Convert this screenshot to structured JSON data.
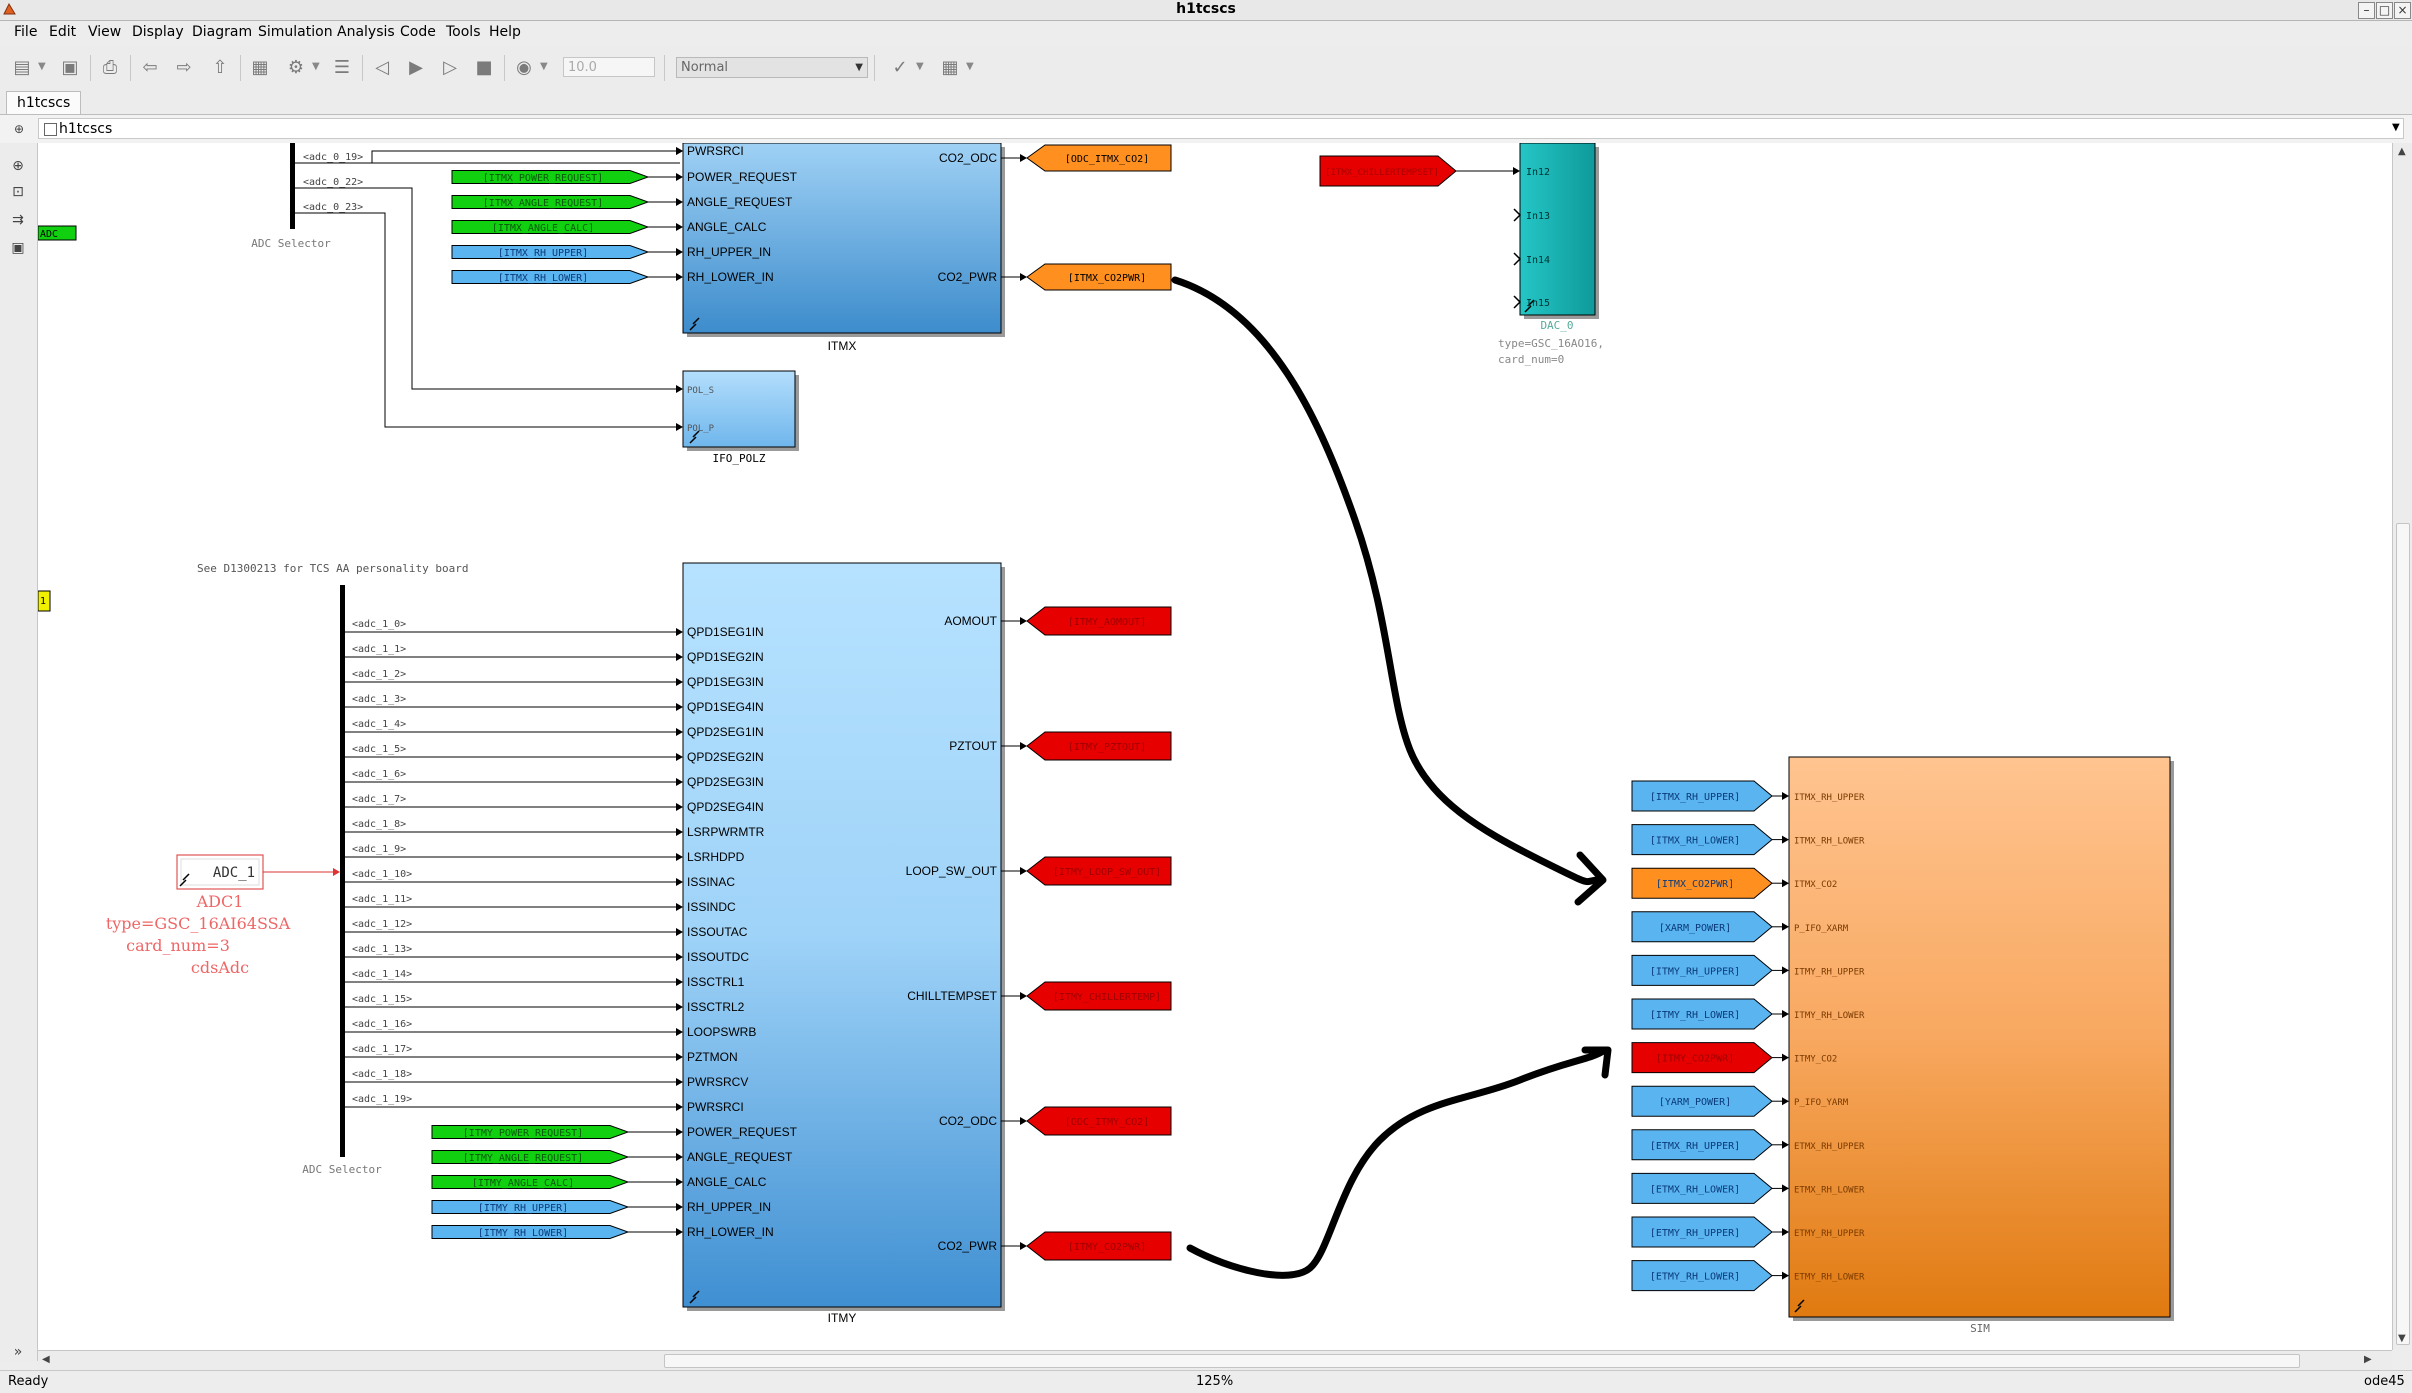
{
  "window": {
    "title": "h1tcscs"
  },
  "menu": [
    "File",
    "Edit",
    "View",
    "Display",
    "Diagram",
    "Simulation",
    "Analysis",
    "Code",
    "Tools",
    "Help"
  ],
  "toolbar": {
    "stop_time": "10.0",
    "sim_mode": "Normal"
  },
  "tab": {
    "label": "h1tcscs"
  },
  "address": {
    "path": "h1tcscs"
  },
  "status": {
    "state": "Ready",
    "zoom": "125%",
    "solver": "ode45"
  },
  "colors": {
    "itmx_block": "#5aa7e0",
    "itmy_block": "#a8dcff",
    "sim_block": "#f4a04a",
    "dac_block": "#1ab8b8",
    "goto_orange": "#ff9020",
    "goto_red": "#e60000",
    "from_green": "#10d010",
    "from_blue": "#5ab4f0"
  },
  "canvas": {
    "left_tags": [
      {
        "text": "ADC"
      },
      {
        "text": "1"
      }
    ],
    "adc0_bus": {
      "signals": [
        "<adc_0_19>",
        "<adc_0_22>",
        "<adc_0_23>"
      ],
      "caption": "ADC Selector"
    },
    "itmx": {
      "name": "ITMX",
      "inports": [
        "PWRSRCI",
        "POWER_REQUEST",
        "ANGLE_REQUEST",
        "ANGLE_CALC",
        "RH_UPPER_IN",
        "RH_LOWER_IN"
      ],
      "outports": [
        "CO2_ODC",
        "CO2_PWR"
      ],
      "from_tags": [
        "[ITMX_POWER_REQUEST]",
        "[ITMX_ANGLE_REQUEST]",
        "[ITMX_ANGLE_CALC]",
        "[ITMX_RH_UPPER]",
        "[ITMX_RH_LOWER]"
      ],
      "goto_tags": [
        "[ODC_ITMX_CO2]",
        "[ITMX_CO2PWR]"
      ]
    },
    "ifo_polz": {
      "name": "IFO_POLZ",
      "inports": [
        "POL_S",
        "POL_P"
      ]
    },
    "dac": {
      "name": "DAC_0",
      "inports": [
        "In12",
        "In13",
        "In14",
        "In15"
      ],
      "info1": "type=GSC_16AO16,",
      "info2": "card_num=0",
      "from_tag": "[ITMX_CHILLERTEMPSET]"
    },
    "note": "See D1300213 for TCS AA personality board",
    "adc1_bus": {
      "signals": [
        "<adc_1_0>",
        "<adc_1_1>",
        "<adc_1_2>",
        "<adc_1_3>",
        "<adc_1_4>",
        "<adc_1_5>",
        "<adc_1_6>",
        "<adc_1_7>",
        "<adc_1_8>",
        "<adc_1_9>",
        "<adc_1_10>",
        "<adc_1_11>",
        "<adc_1_12>",
        "<adc_1_13>",
        "<adc_1_14>",
        "<adc_1_15>",
        "<adc_1_16>",
        "<adc_1_17>",
        "<adc_1_18>",
        "<adc_1_19>"
      ],
      "caption": "ADC Selector"
    },
    "adc1": {
      "label": "ADC_1",
      "lines": [
        "ADC1",
        "type=GSC_16AI64SSA",
        "card_num=3",
        "cdsAdc"
      ]
    },
    "itmy": {
      "name": "ITMY",
      "inports": [
        "QPD1SEG1IN",
        "QPD1SEG2IN",
        "QPD1SEG3IN",
        "QPD1SEG4IN",
        "QPD2SEG1IN",
        "QPD2SEG2IN",
        "QPD2SEG3IN",
        "QPD2SEG4IN",
        "LSRPWRMTR",
        "LSRHDPD",
        "ISSINAC",
        "ISSINDC",
        "ISSOUTAC",
        "ISSOUTDC",
        "ISSCTRL1",
        "ISSCTRL2",
        "LOOPSWRB",
        "PZTMON",
        "PWRSRCV",
        "PWRSRCI",
        "POWER_REQUEST",
        "ANGLE_REQUEST",
        "ANGLE_CALC",
        "RH_UPPER_IN",
        "RH_LOWER_IN"
      ],
      "outports": [
        "AOMOUT",
        "PZTOUT",
        "LOOP_SW_OUT",
        "CHILLTEMPSET",
        "CO2_ODC",
        "CO2_PWR"
      ],
      "from_tags": [
        "[ITMY_POWER_REQUEST]",
        "[ITMY_ANGLE_REQUEST]",
        "[ITMY_ANGLE_CALC]",
        "[ITMY_RH_UPPER]",
        "[ITMY_RH_LOWER]"
      ],
      "goto_tags": [
        "[ITMY_AOMOUT]",
        "[ITMY_PZTOUT]",
        "[ITMY_LOOP_SW_OUT]",
        "[ITMY_CHILLERTEMP]",
        "[ODC_ITMY_CO2]",
        "[ITMY_CO2PWR]"
      ]
    },
    "sim": {
      "name": "SIM",
      "from_tags": [
        "[ITMX_RH_UPPER]",
        "[ITMX_RH_LOWER]",
        "[ITMX_CO2PWR]",
        "[XARM_POWER]",
        "[ITMY_RH_UPPER]",
        "[ITMY_RH_LOWER]",
        "[ITMY_CO2PWR]",
        "[YARM_POWER]",
        "[ETMX_RH_UPPER]",
        "[ETMX_RH_LOWER]",
        "[ETMY_RH_UPPER]",
        "[ETMY_RH_LOWER]"
      ],
      "inports": [
        "ITMX_RH_UPPER",
        "ITMX_RH_LOWER",
        "ITMX_CO2",
        "P_IFO_XARM",
        "ITMY_RH_UPPER",
        "ITMY_RH_LOWER",
        "ITMY_CO2",
        "P_IFO_YARM",
        "ETMX_RH_UPPER",
        "ETMX_RH_LOWER",
        "ETMY_RH_UPPER",
        "ETMY_RH_LOWER"
      ],
      "tag_colors": [
        "blue",
        "blue",
        "orange",
        "blue",
        "blue",
        "blue",
        "red",
        "blue",
        "blue",
        "blue",
        "blue",
        "blue"
      ]
    }
  }
}
